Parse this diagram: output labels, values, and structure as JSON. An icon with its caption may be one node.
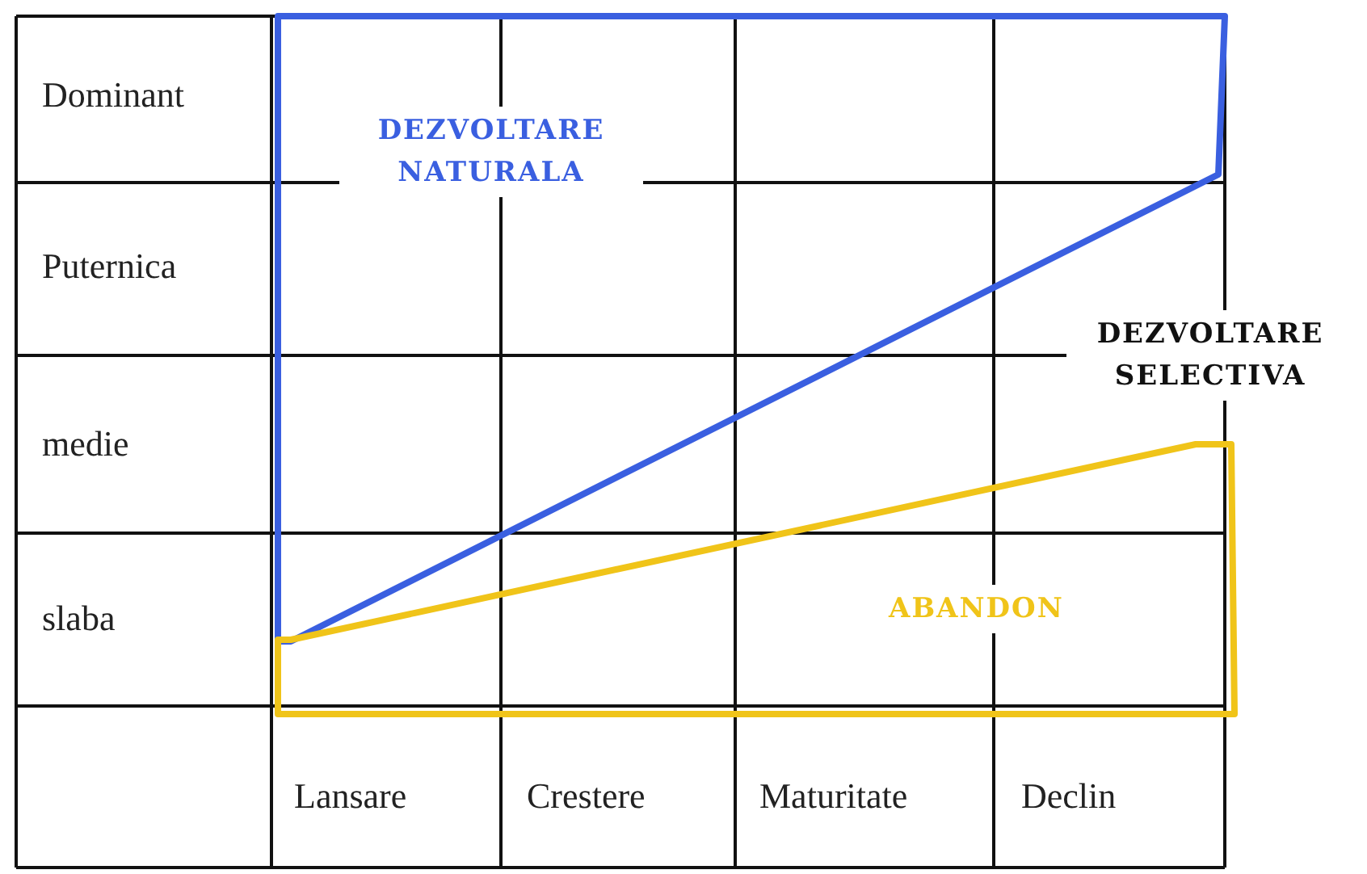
{
  "diagram": {
    "nodes": [
      {
        "text": [
          "DEZVOLTARE NATURALA"
        ]
      },
      {
        "text": [
          "ABANDON"
        ]
      }
    ],
    "labels": [
      "Dominant",
      "Puternica",
      "medie",
      "slaba",
      "Lansare",
      "Crestere",
      "Maturitate",
      "Declin",
      "DEZVOLTARE SELECTIVA"
    ]
  }
}
